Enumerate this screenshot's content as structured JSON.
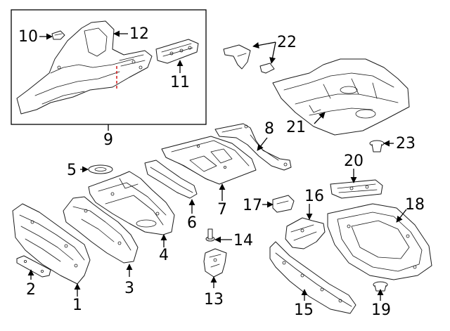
{
  "diagram": {
    "highlight_color": "#d62728",
    "callouts": [
      {
        "id": "c1",
        "label": "1"
      },
      {
        "id": "c2",
        "label": "2"
      },
      {
        "id": "c3",
        "label": "3"
      },
      {
        "id": "c4",
        "label": "4"
      },
      {
        "id": "c5",
        "label": "5"
      },
      {
        "id": "c6",
        "label": "6"
      },
      {
        "id": "c7",
        "label": "7"
      },
      {
        "id": "c8",
        "label": "8"
      },
      {
        "id": "c9",
        "label": "9"
      },
      {
        "id": "c10",
        "label": "10"
      },
      {
        "id": "c11",
        "label": "11"
      },
      {
        "id": "c12",
        "label": "12"
      },
      {
        "id": "c13",
        "label": "13"
      },
      {
        "id": "c14",
        "label": "14"
      },
      {
        "id": "c15",
        "label": "15"
      },
      {
        "id": "c16",
        "label": "16"
      },
      {
        "id": "c17",
        "label": "17"
      },
      {
        "id": "c18",
        "label": "18"
      },
      {
        "id": "c19",
        "label": "19"
      },
      {
        "id": "c20",
        "label": "20"
      },
      {
        "id": "c21",
        "label": "21"
      },
      {
        "id": "c22",
        "label": "22"
      },
      {
        "id": "c23",
        "label": "23"
      }
    ]
  }
}
